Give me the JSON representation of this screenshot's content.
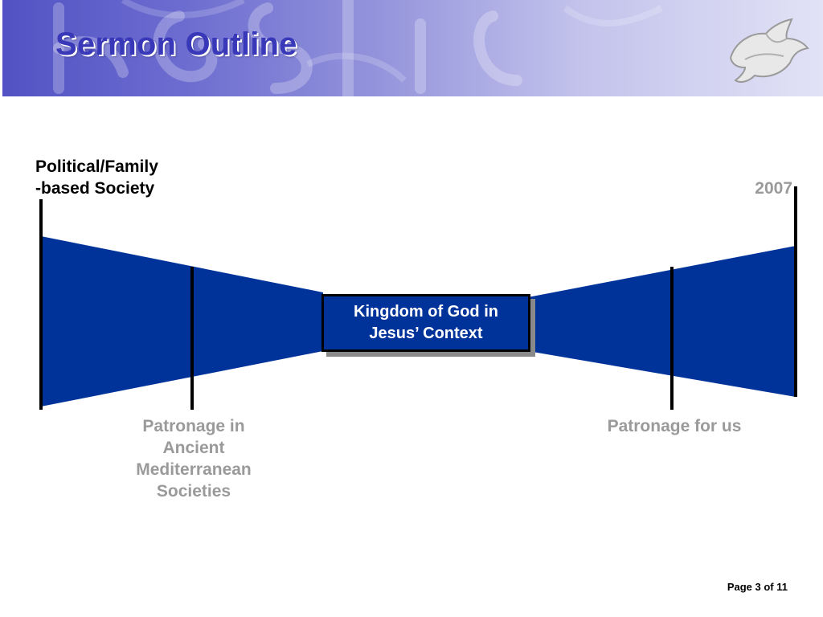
{
  "slide": {
    "title": "Sermon Outline",
    "page_number": "Page 3 of 11"
  },
  "diagram": {
    "left_era_label_line1": "Political/Family",
    "left_era_label_line2": "-based Society",
    "right_era_label": "2007",
    "center_box_line1": "Kingdom of God in",
    "center_box_line2": "Jesus’ Context",
    "left_bottom_label_lines": [
      "Patronage in",
      "Ancient",
      "Mediterranean",
      "Societies"
    ],
    "right_bottom_label": "Patronage for us"
  },
  "icons": {
    "logo": "dove-icon"
  },
  "colors": {
    "shape_fill": "#00339a",
    "title_text": "#3838b8",
    "muted_label": "#9a9a9a",
    "banner_start": "#5252c4",
    "banner_end": "#e2e2f6"
  }
}
